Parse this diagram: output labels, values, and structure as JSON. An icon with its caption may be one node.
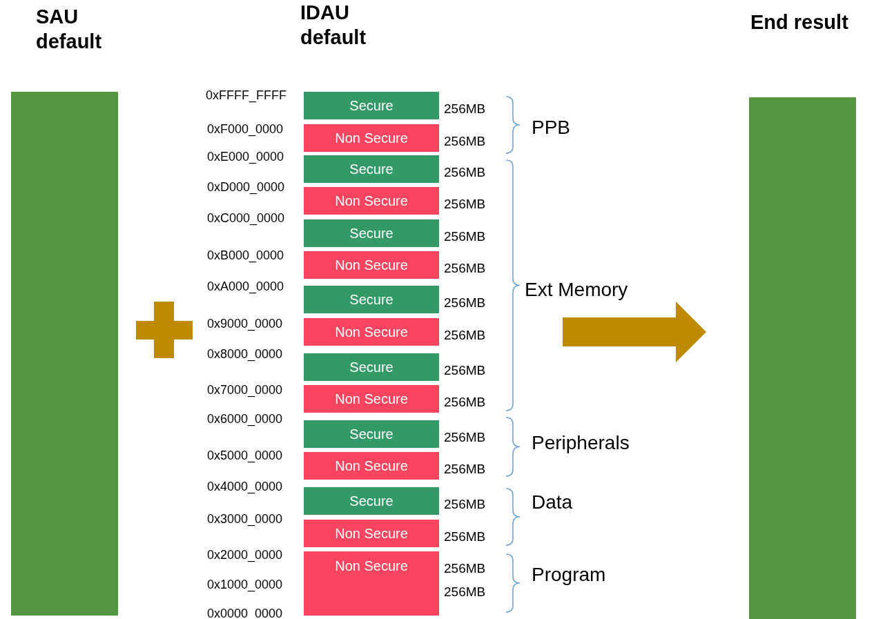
{
  "diagram": {
    "nodes": [
      {
        "text": [
          "SAU default"
        ]
      },
      {
        "text": [
          "IDAU default"
        ]
      },
      {
        "text": [
          "Secure"
        ],
        "beside": [
          "256MB"
        ]
      },
      {
        "text": [
          "Non Secure"
        ],
        "beside": [
          "256MB"
        ]
      },
      {
        "text": [
          "Secure"
        ],
        "beside": [
          "256MB"
        ]
      },
      {
        "text": [
          "Non Secure"
        ],
        "beside": [
          "256MB"
        ]
      },
      {
        "text": [
          "Secure"
        ],
        "beside": [
          "256MB"
        ]
      },
      {
        "text": [
          "Non Secure"
        ],
        "beside": [
          "256MB"
        ]
      },
      {
        "text": [
          "Secure"
        ],
        "beside": [
          "256MB"
        ]
      },
      {
        "text": [
          "Non Secure"
        ],
        "beside": [
          "256MB"
        ]
      },
      {
        "text": [
          "Secure"
        ],
        "beside": [
          "256MB"
        ]
      },
      {
        "text": [
          "Non Secure"
        ],
        "beside": [
          "256MB"
        ]
      },
      {
        "text": [
          "Secure"
        ],
        "beside": [
          "256MB"
        ]
      },
      {
        "text": [
          "Non Secure"
        ],
        "beside": [
          "256MB"
        ]
      },
      {
        "text": [
          "Secure"
        ],
        "beside": [
          "256MB"
        ]
      },
      {
        "text": [
          "Non Secure"
        ],
        "beside": [
          "256MB"
        ]
      },
      {
        "text": [
          "Non Secure"
        ],
        "beside": [
          "256MB",
          "256MB"
        ]
      },
      {
        "text": [
          "End result"
        ]
      }
    ],
    "labels": [
      "0xFFFF_FFFF",
      "0xF000_0000",
      "0xE000_0000",
      "0xD000_0000",
      "0xC000_0000",
      "0xB000_0000",
      "0xA000_0000",
      "0x9000_0000",
      "0x8000_0000",
      "0x7000_0000",
      "0x6000_0000",
      "0x5000_0000",
      "0x4000_0000",
      "0x3000_0000",
      "0x2000_0000",
      "0x1000_0000",
      "0x0000_0000",
      "PPB",
      "Ext Memory",
      "Peripherals",
      "Data",
      "Program"
    ]
  }
}
